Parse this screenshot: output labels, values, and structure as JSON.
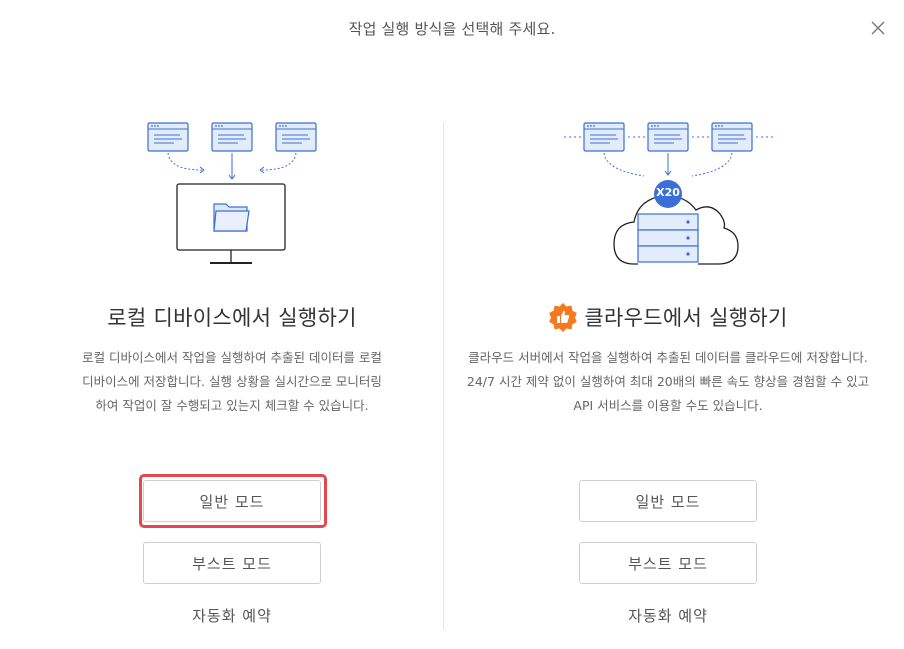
{
  "header": {
    "title": "작업 실행 방식을 선택해 주세요.",
    "close_icon": "close-icon"
  },
  "colors": {
    "accent_blue": "#3b6fd8",
    "highlight_red": "#e4474f",
    "badge_orange": "#f47a1f"
  },
  "local": {
    "title": "로컬 디바이스에서 실행하기",
    "description": "로컬 디바이스에서 작업을 실행하여 추출된 데이터를 로컬 디바이스에 저장합니다. 실행 상황을 실시간으로 모니터링하여 작업이 잘 수행되고 있는지 체크할 수 있습니다.",
    "normal_mode_label": "일반 모드",
    "boost_mode_label": "부스트 모드",
    "schedule_label": "자동화 예약",
    "illustration_icon": "monitor-folder-icon"
  },
  "cloud": {
    "title": "클라우드에서 실행하기",
    "badge_icon": "thumbs-up-badge-icon",
    "description": "클라우드 서버에서 작업을 실행하여 추출된 데이터를 클라우드에 저장합니다. 24/7 시간 제약 없이 실행하여 최대 20배의 빠른 속도 향상을 경험할 수 있고 API 서비스를 이용할 수도 있습니다.",
    "speed_badge": "X20",
    "normal_mode_label": "일반 모드",
    "boost_mode_label": "부스트 모드",
    "schedule_label": "자동화 예약",
    "illustration_icon": "cloud-server-icon"
  }
}
